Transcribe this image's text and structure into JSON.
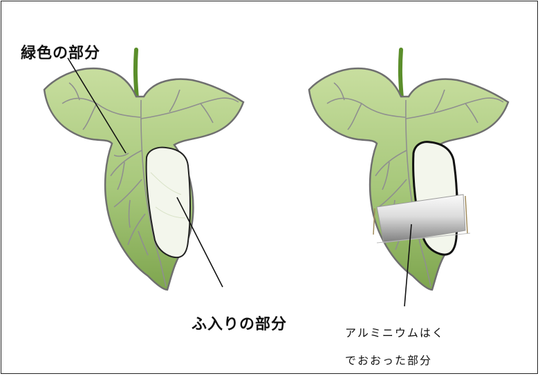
{
  "labels": {
    "green_part": "緑色の部分",
    "variegated_part": "ふ入りの部分",
    "foil_part_line1": "アルミニウムはく",
    "foil_part_line2": "でおおった部分"
  },
  "colors": {
    "leaf_light": "#c5dc9c",
    "leaf_dark": "#7fa84c",
    "leaf_outline": "#6f6f6f",
    "vein": "#8f8f8f",
    "stem": "#5a8c2a",
    "variegated_patch": "#f3f6ec",
    "foil_light": "#fafafa",
    "foil_dark": "#8a8a8a"
  }
}
